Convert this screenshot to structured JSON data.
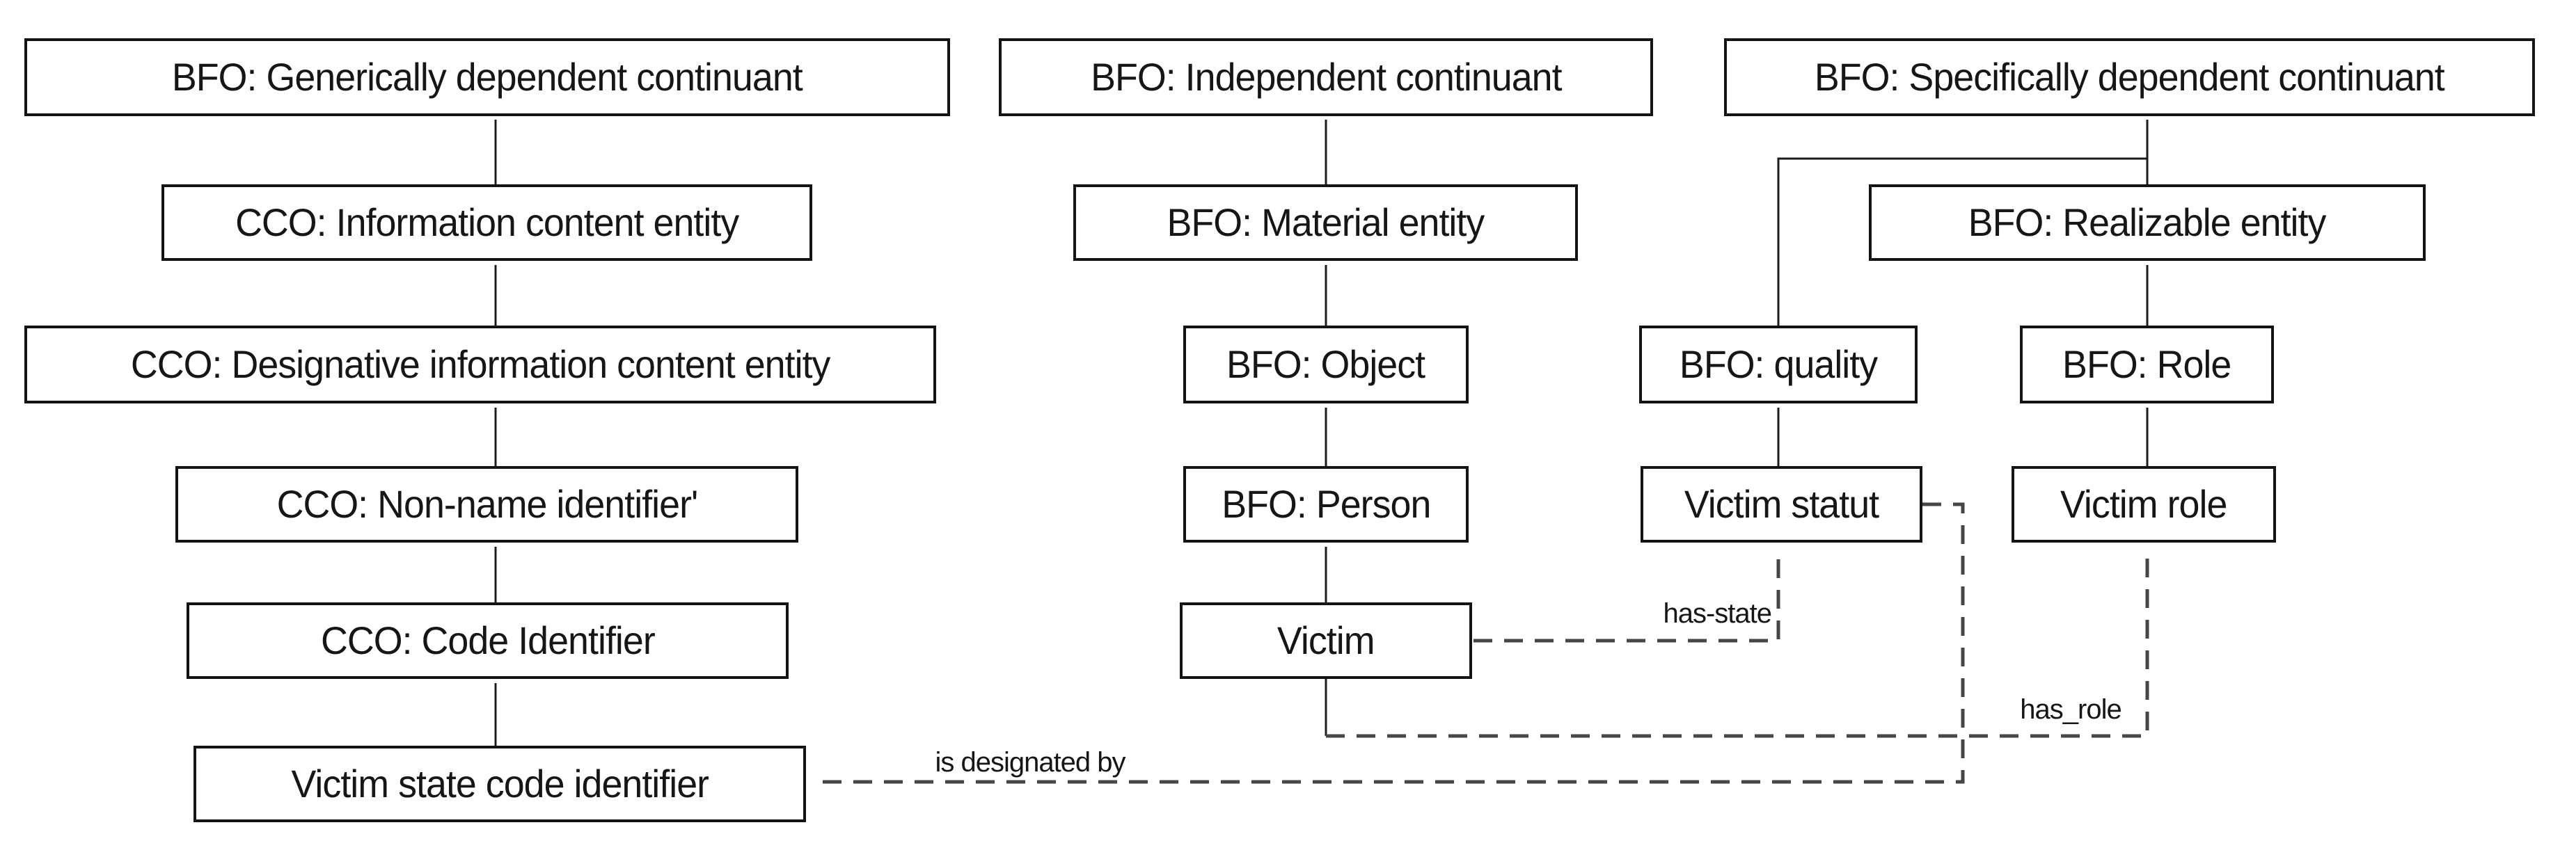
{
  "diagram": {
    "description": "Ontology subsumption diagram mapping Victim-related classes to BFO and CCO upper-level classes",
    "colors": {
      "background": "#ffffff",
      "box_border": "#141414",
      "box_fill": "#ffffff",
      "text": "#161616",
      "solid_line": "#1c1c1c",
      "dashed_line": "#464646"
    }
  },
  "nodes": {
    "gdc": {
      "label": "BFO: Generically dependent continuant"
    },
    "ice": {
      "label": "CCO: Information content entity"
    },
    "dice": {
      "label": "CCO: Designative information content entity"
    },
    "nni": {
      "label": "CCO: Non-name identifier'"
    },
    "ci": {
      "label": "CCO: Code Identifier"
    },
    "vsci": {
      "label": "Victim state code identifier"
    },
    "ic": {
      "label": "BFO: Independent continuant"
    },
    "me": {
      "label": "BFO: Material entity"
    },
    "obj": {
      "label": "BFO: Object"
    },
    "person": {
      "label": "BFO: Person"
    },
    "victim": {
      "label": "Victim"
    },
    "sdc": {
      "label": "BFO: Specifically dependent continuant"
    },
    "re": {
      "label": "BFO: Realizable entity"
    },
    "quality": {
      "label": "BFO: quality"
    },
    "role": {
      "label": "BFO: Role"
    },
    "victim_statut": {
      "label": "Victim statut"
    },
    "victim_role": {
      "label": "Victim role"
    }
  },
  "edge_labels": {
    "has_state": "has-state",
    "has_role": "has_role",
    "is_designated_by": "is designated by"
  }
}
